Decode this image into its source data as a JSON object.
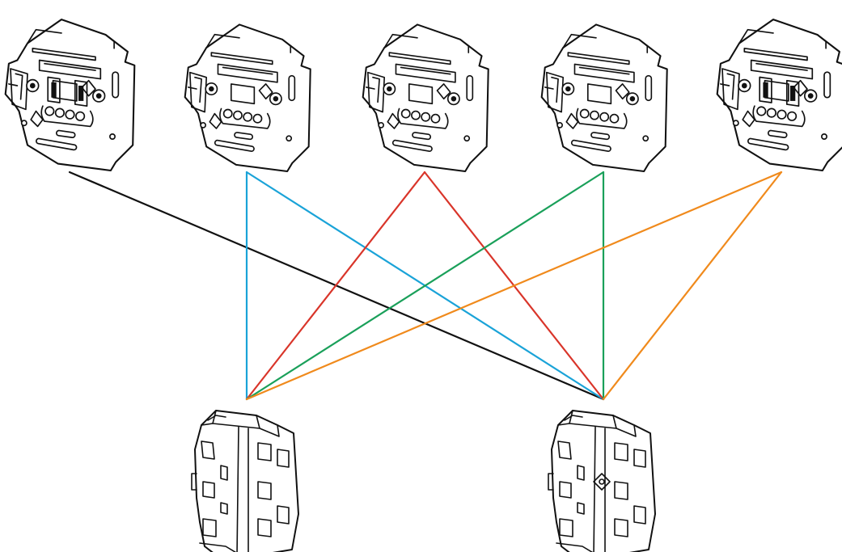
{
  "diagram": {
    "inserts": [
      {
        "id": "insert-1",
        "variant": "wide-center"
      },
      {
        "id": "insert-2",
        "variant": "standard"
      },
      {
        "id": "insert-3",
        "variant": "standard"
      },
      {
        "id": "insert-4",
        "variant": "standard"
      },
      {
        "id": "insert-5",
        "variant": "wide-center"
      }
    ],
    "modules": [
      {
        "id": "module-1",
        "variant": "plain"
      },
      {
        "id": "module-2",
        "variant": "center-mark"
      }
    ],
    "connections": [
      {
        "from": "insert-1",
        "to": [
          "module-2"
        ],
        "color": "#111111"
      },
      {
        "from": "insert-2",
        "to": [
          "module-1",
          "module-2"
        ],
        "color": "#1aa3d8"
      },
      {
        "from": "insert-3",
        "to": [
          "module-1",
          "module-2"
        ],
        "color": "#d9352a"
      },
      {
        "from": "insert-4",
        "to": [
          "module-1",
          "module-2"
        ],
        "color": "#1aa05a"
      },
      {
        "from": "insert-5",
        "to": [
          "module-1",
          "module-2"
        ],
        "color": "#f08a1c"
      }
    ]
  }
}
